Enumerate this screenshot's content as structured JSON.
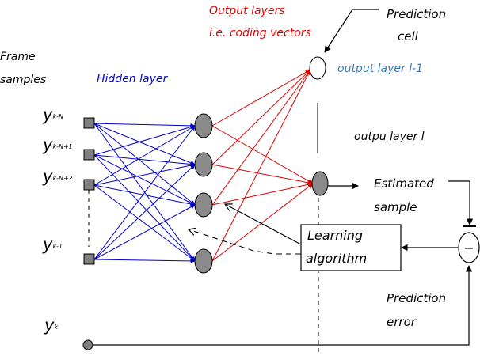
{
  "labels": {
    "frame_samples_line1": "Frame",
    "frame_samples_line2": "samples",
    "hidden_layer": "Hidden layer",
    "output_layers_line1": "Output layers",
    "output_layers_line2": "i.e. coding vectors",
    "prediction_cell_line1": "Prediction",
    "prediction_cell_line2": "cell",
    "output_layer_prev": "output layer l-1",
    "output_layer_cur": "outpu layer l",
    "estimated_sample_line1": "Estimated",
    "estimated_sample_line2": "sample",
    "learning_algorithm_line1": "Learning",
    "learning_algorithm_line2": "algorithm",
    "prediction_error_line1": "Prediction",
    "prediction_error_line2": "error",
    "difference_symbol": "−"
  },
  "inputs": [
    {
      "symbol": "y",
      "subscript": "k-N"
    },
    {
      "symbol": "y",
      "subscript": "k-N+1"
    },
    {
      "symbol": "y",
      "subscript": "k-N+2"
    },
    {
      "symbol": "y",
      "subscript": "k-1"
    },
    {
      "symbol": "y",
      "subscript": "k"
    }
  ],
  "colors": {
    "hidden_connections": "#0000cc",
    "output_connections": "#dd0000",
    "hidden_layer_text": "#0000cc",
    "output_layers_text": "#dd0000",
    "output_prev_text": "#3a7ab8",
    "node_fill": "#8a8a8a",
    "input_fill": "#7f7f7f"
  }
}
